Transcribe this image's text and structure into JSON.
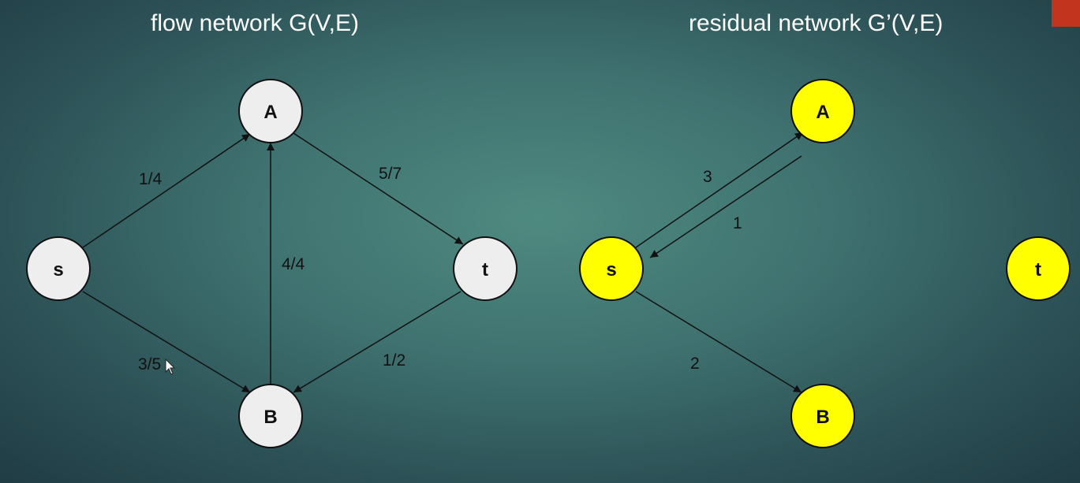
{
  "titles": {
    "left": "flow network G(V,E)",
    "right": "residual network G’(V,E)"
  },
  "colors": {
    "flow_node_fill": "#eeeeee",
    "residual_node_fill": "#ffff00",
    "edge": "#111111",
    "corner_tab": "#c3341f"
  },
  "flow_network": {
    "nodes": [
      {
        "id": "s",
        "label": "s"
      },
      {
        "id": "A",
        "label": "A"
      },
      {
        "id": "B",
        "label": "B"
      },
      {
        "id": "t",
        "label": "t"
      }
    ],
    "edges": [
      {
        "from": "s",
        "to": "A",
        "label": "1/4"
      },
      {
        "from": "s",
        "to": "B",
        "label": "3/5"
      },
      {
        "from": "B",
        "to": "A",
        "label": "4/4"
      },
      {
        "from": "A",
        "to": "t",
        "label": "5/7"
      },
      {
        "from": "t",
        "to": "B",
        "label": "1/2"
      }
    ]
  },
  "residual_network": {
    "nodes": [
      {
        "id": "s",
        "label": "s"
      },
      {
        "id": "A",
        "label": "A"
      },
      {
        "id": "B",
        "label": "B"
      },
      {
        "id": "t",
        "label": "t"
      }
    ],
    "edges": [
      {
        "from": "s",
        "to": "A",
        "label": "3"
      },
      {
        "from": "A",
        "to": "s",
        "label": "1"
      },
      {
        "from": "s",
        "to": "B",
        "label": "2"
      }
    ]
  }
}
